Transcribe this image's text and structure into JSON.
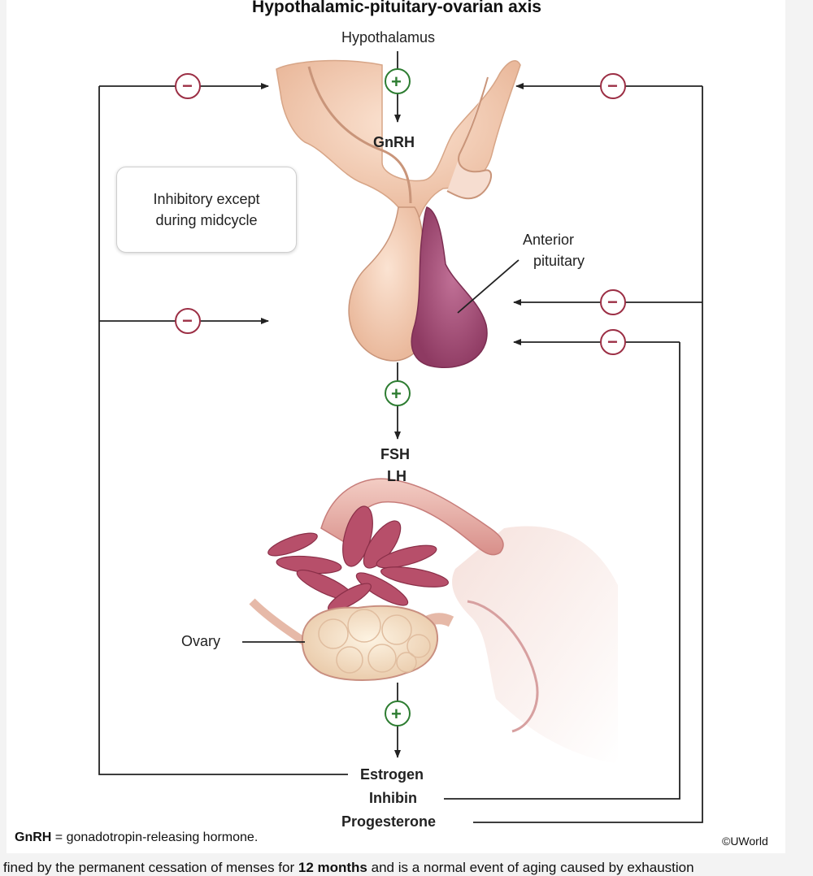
{
  "title": "Hypothalamic-pituitary-ovarian axis",
  "labels": {
    "hypothalamus": "Hypothalamus",
    "gnrh": "GnRH",
    "anterior_pituitary_line1": "Anterior",
    "anterior_pituitary_line2": "pituitary",
    "fsh": "FSH",
    "lh": "LH",
    "ovary": "Ovary",
    "estrogen": "Estrogen",
    "inhibin": "Inhibin",
    "progesterone": "Progesterone"
  },
  "note_box": {
    "line1": "Inhibitory except",
    "line2": "during midcycle"
  },
  "symbols": {
    "stimulatory": "+",
    "inhibitory": "−"
  },
  "colors": {
    "stimulatory": "#2e7d32",
    "inhibitory": "#9c2f45",
    "pituitary_anterior": "#a0466e",
    "tissue": "#f0c9b0"
  },
  "footnote": {
    "term": "GnRH",
    "definition": " = gonadotropin-releasing hormone."
  },
  "copyright": "©UWorld",
  "bottom_text_prefix": "fined by the permanent cessation of menses for ",
  "bottom_text_bold": "12 months",
  "bottom_text_suffix": " and is a normal event of aging caused by exhaustion"
}
